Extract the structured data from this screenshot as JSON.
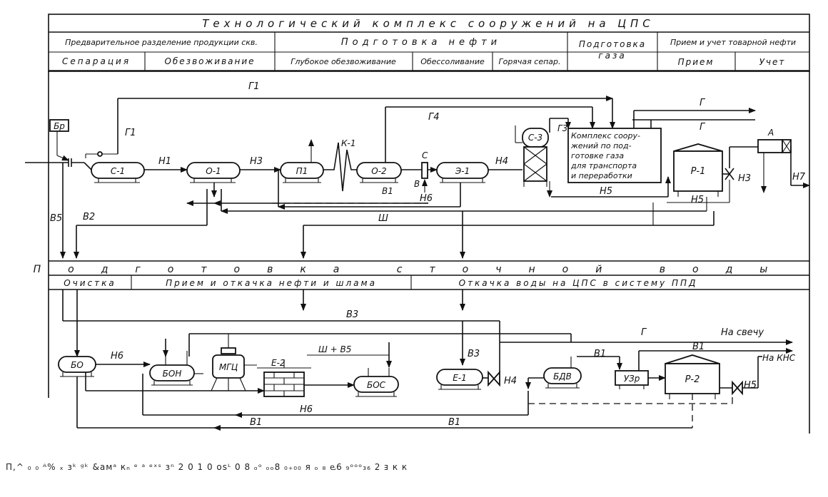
{
  "header": {
    "title": "Технологический комплекс сооружений на ЦПС",
    "sec_prelim": "Предварительное разделение продукции скв.",
    "sec_oil": "Подготовка нефти",
    "sec_gas_1": "Подготовка",
    "sec_gas_2": "газа",
    "sec_commercial": "Прием и учет товарной нефти",
    "sub_sep": "Сепарация",
    "sub_dewater": "Обезвоживание",
    "sub_deep": "Глубокое обезвоживание",
    "sub_desalt": "Обессоливание",
    "sub_hotsep": "Горячая сепар.",
    "sub_receive": "Прием",
    "sub_account": "Учет"
  },
  "water_header": {
    "title": "Подготовка сточной воды",
    "sub_clean": "Очистка",
    "sub_sludge": "Прием и откачка нефти и шлама",
    "sub_pump": "Откачка воды на ЦПС в систему ППД"
  },
  "units": {
    "s1": "С-1",
    "o1": "О-1",
    "p1": "П1",
    "k1": "К-1",
    "o2": "О-2",
    "c": "С",
    "e1top": "Э-1",
    "s3": "С-3",
    "r1": "Р-1",
    "a": "А",
    "br": "Бр",
    "bo": "БО",
    "bon": "БОН",
    "mgc": "МГЦ",
    "e2": "Е-2",
    "bos": "БОС",
    "e1": "Е-1",
    "bdv": "БДВ",
    "uzr": "УЗр",
    "r2": "Р-2"
  },
  "gas_complex": {
    "line1": "Комплекс соору-",
    "line2": "жений по под-",
    "line3": "готовке газа",
    "line4": "для транспорта",
    "line5": "и переработки"
  },
  "streams": {
    "g1_top": "Г1",
    "g1_left": "Г1",
    "g4": "Г4",
    "g3": "Г3",
    "g_out1": "Г",
    "g_out2": "Г",
    "n1": "Н1",
    "n3": "Н3",
    "n4": "Н4",
    "n5": "Н5",
    "n5b": "Н5",
    "n3b": "Н3",
    "n7": "Н7",
    "n6": "Н6",
    "v1": "В1",
    "v": "В",
    "v5": "В5",
    "v2": "В2",
    "sh": "Ш",
    "v3_top": "В3",
    "g_bottom": "Г",
    "to_candle": "На свечу",
    "v1_right": "В1",
    "to_kns": "На КНС",
    "n6_bottom": "Н6",
    "sh_v5": "Ш + В5",
    "v3_mid": "В3",
    "n4_bottom": "Н4",
    "v1_bdv": "В1",
    "n5_bottom": "Н5",
    "n6_low": "Н6",
    "v1_low": "В1",
    "v1_low2": "В1"
  },
  "footer_noise": "П,^ ₀ ₀ ᴬ% ₓ зᵏ ᵍᵏ &амᵃ кₙ ᵉ ᵃ ᵉˣˢ зⁿ 2 0 1 0        osᴸ   0 8 ₒᵒ    ₒₒ8 ₀₊₀₀ я   ₒ ₈   ⱸ6 ₉ᵒᵒᵒ₃₆ 2 ⱻ к к"
}
